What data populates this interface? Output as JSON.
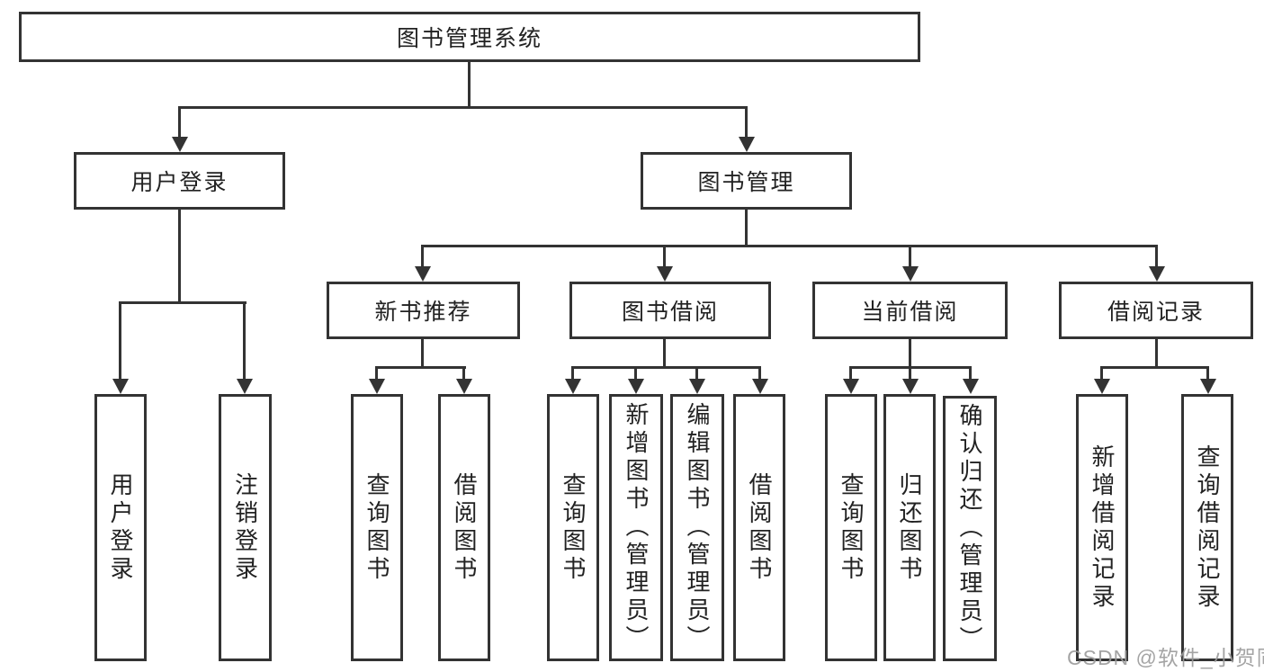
{
  "diagram": {
    "type": "hierarchy-tree",
    "root": "图书管理系统",
    "level2": [
      "用户登录",
      "图书管理"
    ],
    "level3": [
      "新书推荐",
      "图书借阅",
      "当前借阅",
      "借阅记录"
    ],
    "leaves_user_login": [
      "用户登录",
      "注销登录"
    ],
    "leaves_new_books": [
      "查询图书",
      "借阅图书"
    ],
    "leaves_book_borrow": [
      "查询图书",
      "新增图书（管理员）",
      "编辑图书（管理员）",
      "借阅图书"
    ],
    "leaves_current_borrow": [
      "查询图书",
      "归还图书",
      "确认归还（管理员）"
    ],
    "leaves_borrow_records": [
      "新增借阅记录",
      "查询借阅记录"
    ],
    "edges": [
      "图书管理系统 -> 用户登录",
      "图书管理系统 -> 图书管理",
      "用户登录 -> 用户登录",
      "用户登录 -> 注销登录",
      "图书管理 -> 新书推荐",
      "图书管理 -> 图书借阅",
      "图书管理 -> 当前借阅",
      "图书管理 -> 借阅记录",
      "新书推荐 -> 查询图书",
      "新书推荐 -> 借阅图书",
      "图书借阅 -> 查询图书",
      "图书借阅 -> 新增图书（管理员）",
      "图书借阅 -> 编辑图书（管理员）",
      "图书借阅 -> 借阅图书",
      "当前借阅 -> 查询图书",
      "当前借阅 -> 归还图书",
      "当前借阅 -> 确认归还（管理员）",
      "借阅记录 -> 新增借阅记录",
      "借阅记录 -> 查询借阅记录"
    ],
    "colors": {
      "line": "#333333",
      "text": "#222222",
      "box_background": "#ffffff",
      "page_background": "#ffffff",
      "watermark": "#9b9b9b"
    }
  },
  "watermark": {
    "text": "CSDN @软件_小贺同学"
  }
}
